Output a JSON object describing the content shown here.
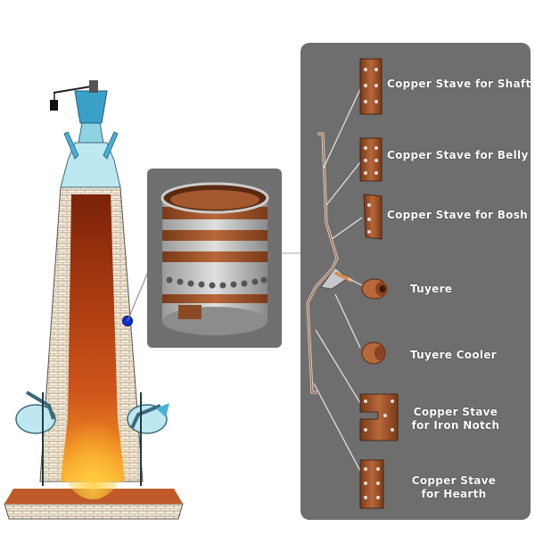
{
  "labels": {
    "shaft": "Copper Stave for Shaft",
    "belly": "Copper Stave for Belly",
    "bosh": "Copper Stave for Bosh",
    "tuyere": "Tuyere",
    "tuyere_cooler": "Tuyere Cooler",
    "iron_notch_1": "Copper Stave",
    "iron_notch_2": "for Iron Notch",
    "hearth_1": "Copper Stave",
    "hearth_2": "for Hearth"
  },
  "colors": {
    "panel": "#6e6e6e",
    "copper": "#a4582e",
    "brick": "#f3e6cf",
    "cyan": "#8fd3e3",
    "marker": "#1030d0"
  }
}
